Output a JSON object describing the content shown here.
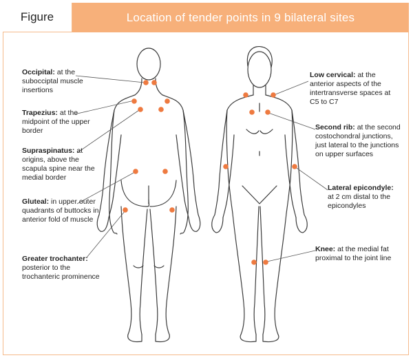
{
  "header": {
    "tag": "Figure",
    "title": "Location of tender points in 9 bilateral sites"
  },
  "colors": {
    "accent": "#f7b07a",
    "point": "#ee7a40",
    "outline": "#3a3a3a",
    "border": "#f5b98a"
  },
  "labels": {
    "occipital": {
      "term": "Occipital:",
      "desc": "at the subocciptal muscle insertions"
    },
    "trapezius": {
      "term": "Trapezius:",
      "desc": "at the midpoint of the upper border"
    },
    "supraspinatus": {
      "term": "Supraspinatus:",
      "desc": "at origins, above the scapula spine near the medial border"
    },
    "gluteal": {
      "term": "Gluteal:",
      "desc": "in upper outer quadrants of buttocks in anterior fold of muscle"
    },
    "trochanter": {
      "term": "Greater trochanter:",
      "desc": "posterior to the trochanteric prominence"
    },
    "cervical": {
      "term": "Low cervical:",
      "desc": "at the anterior aspects of the intertransverse spaces at C5  to C7"
    },
    "rib": {
      "term": "Second rib:",
      "desc": "at the second costochondral junctions, just lateral to the junctions on upper surfaces"
    },
    "epicondyle": {
      "term": "Lateral epicondyle:",
      "desc": "at 2 cm distal to the epicondyles"
    },
    "knee": {
      "term": "Knee:",
      "desc": " at the medial fat proximal to the joint line"
    }
  }
}
